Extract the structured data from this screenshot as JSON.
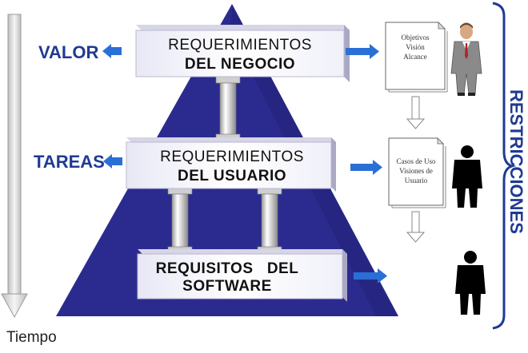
{
  "levels": [
    {
      "left_label": "VALOR",
      "box_line1": "REQUERIMIENTOS",
      "box_line2": "DEL NEGOCIO",
      "doc_lines": [
        "Objetivos",
        "Visión",
        "Alcance"
      ],
      "figure": "businessman-icon"
    },
    {
      "left_label": "TAREAS",
      "box_line1": "REQUERIMIENTOS",
      "box_line2": "DEL USUARIO",
      "doc_lines": [
        "Casos de Uso",
        "Visiones de",
        "Usuario"
      ],
      "figure": "person-icon"
    },
    {
      "box_line1": "REQUISITOS   DEL",
      "box_line2": "SOFTWARE",
      "figure": "person-icon"
    }
  ],
  "time_label": "Tiempo",
  "restrictions_label": "RESTRICCIONES",
  "colors": {
    "pyramid": "#2b2b8f",
    "label_blue": "#1f3a93",
    "arrow_blue": "#2a6fd6"
  }
}
